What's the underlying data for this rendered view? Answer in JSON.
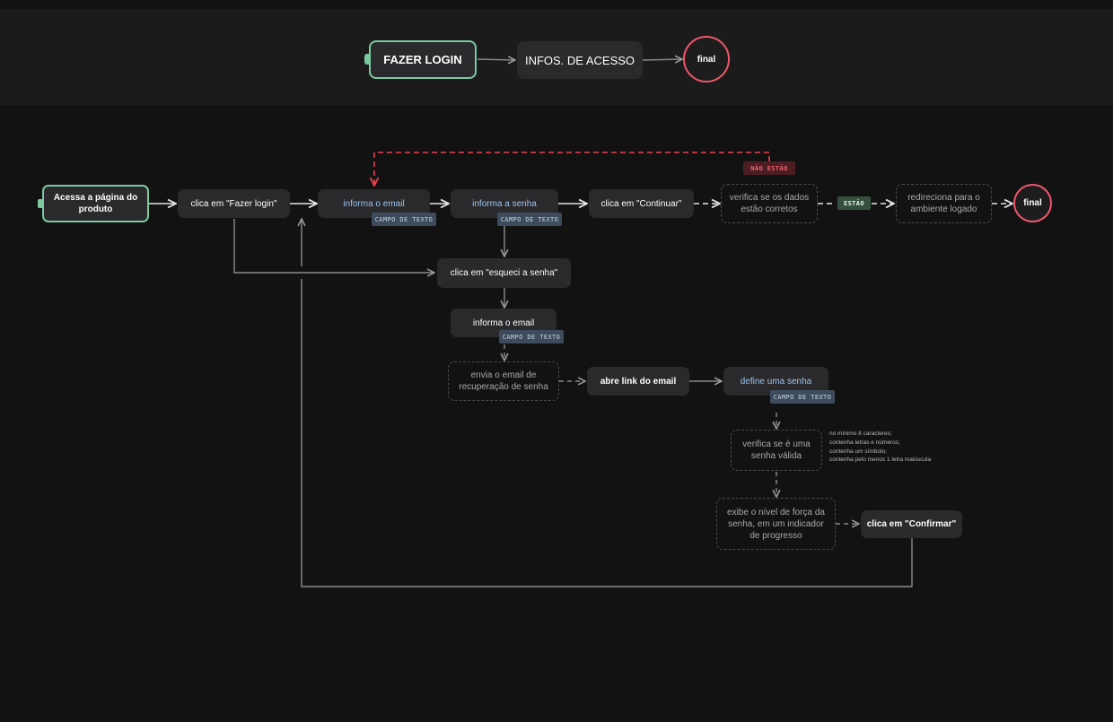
{
  "legend": {
    "start_label": "FAZER LOGIN",
    "middle_label": "INFOS. DE ACESSO",
    "end_label": "final"
  },
  "flow": {
    "start": "Acessa a página do produto",
    "click_login": "clica em \"Fazer login\"",
    "email": "informa o email",
    "password": "informa a senha",
    "continue": "clica em \"Continuar\"",
    "verify_data": "verifica se os dados estão corretos",
    "redirect": "redireciona para o ambiente logado",
    "end": "final",
    "label_not_ok": "NÃO ESTÃO",
    "label_ok": "ESTÃO"
  },
  "recovery": {
    "forgot": "clica em \"esqueci a senha\"",
    "email": "informa o email",
    "send_email": "envia o email de recuperação de senha",
    "open_link": "abre link do email",
    "define_password": "define uma senha",
    "verify_valid": "verifica se é uma senha válida",
    "strength": "exibe o nível de força da senha, em um indicador de progresso",
    "confirm": "clica em \"Confirmar\""
  },
  "tags": {
    "text_field": "CAMPO DE TEXTO"
  },
  "rules": [
    "no mínimo 8 caracteres;",
    "contenha letras e números;",
    "contenha um símbolo;",
    "contenha pelo menos 1 letra maiúscula"
  ],
  "colors": {
    "background": "#121212",
    "band": "#1b1b1b",
    "node": "#2a2a2d",
    "start_border": "#7cc9a0",
    "final_border": "#f0566a",
    "link_text": "#9ec3ee",
    "error": "#e8414f"
  }
}
